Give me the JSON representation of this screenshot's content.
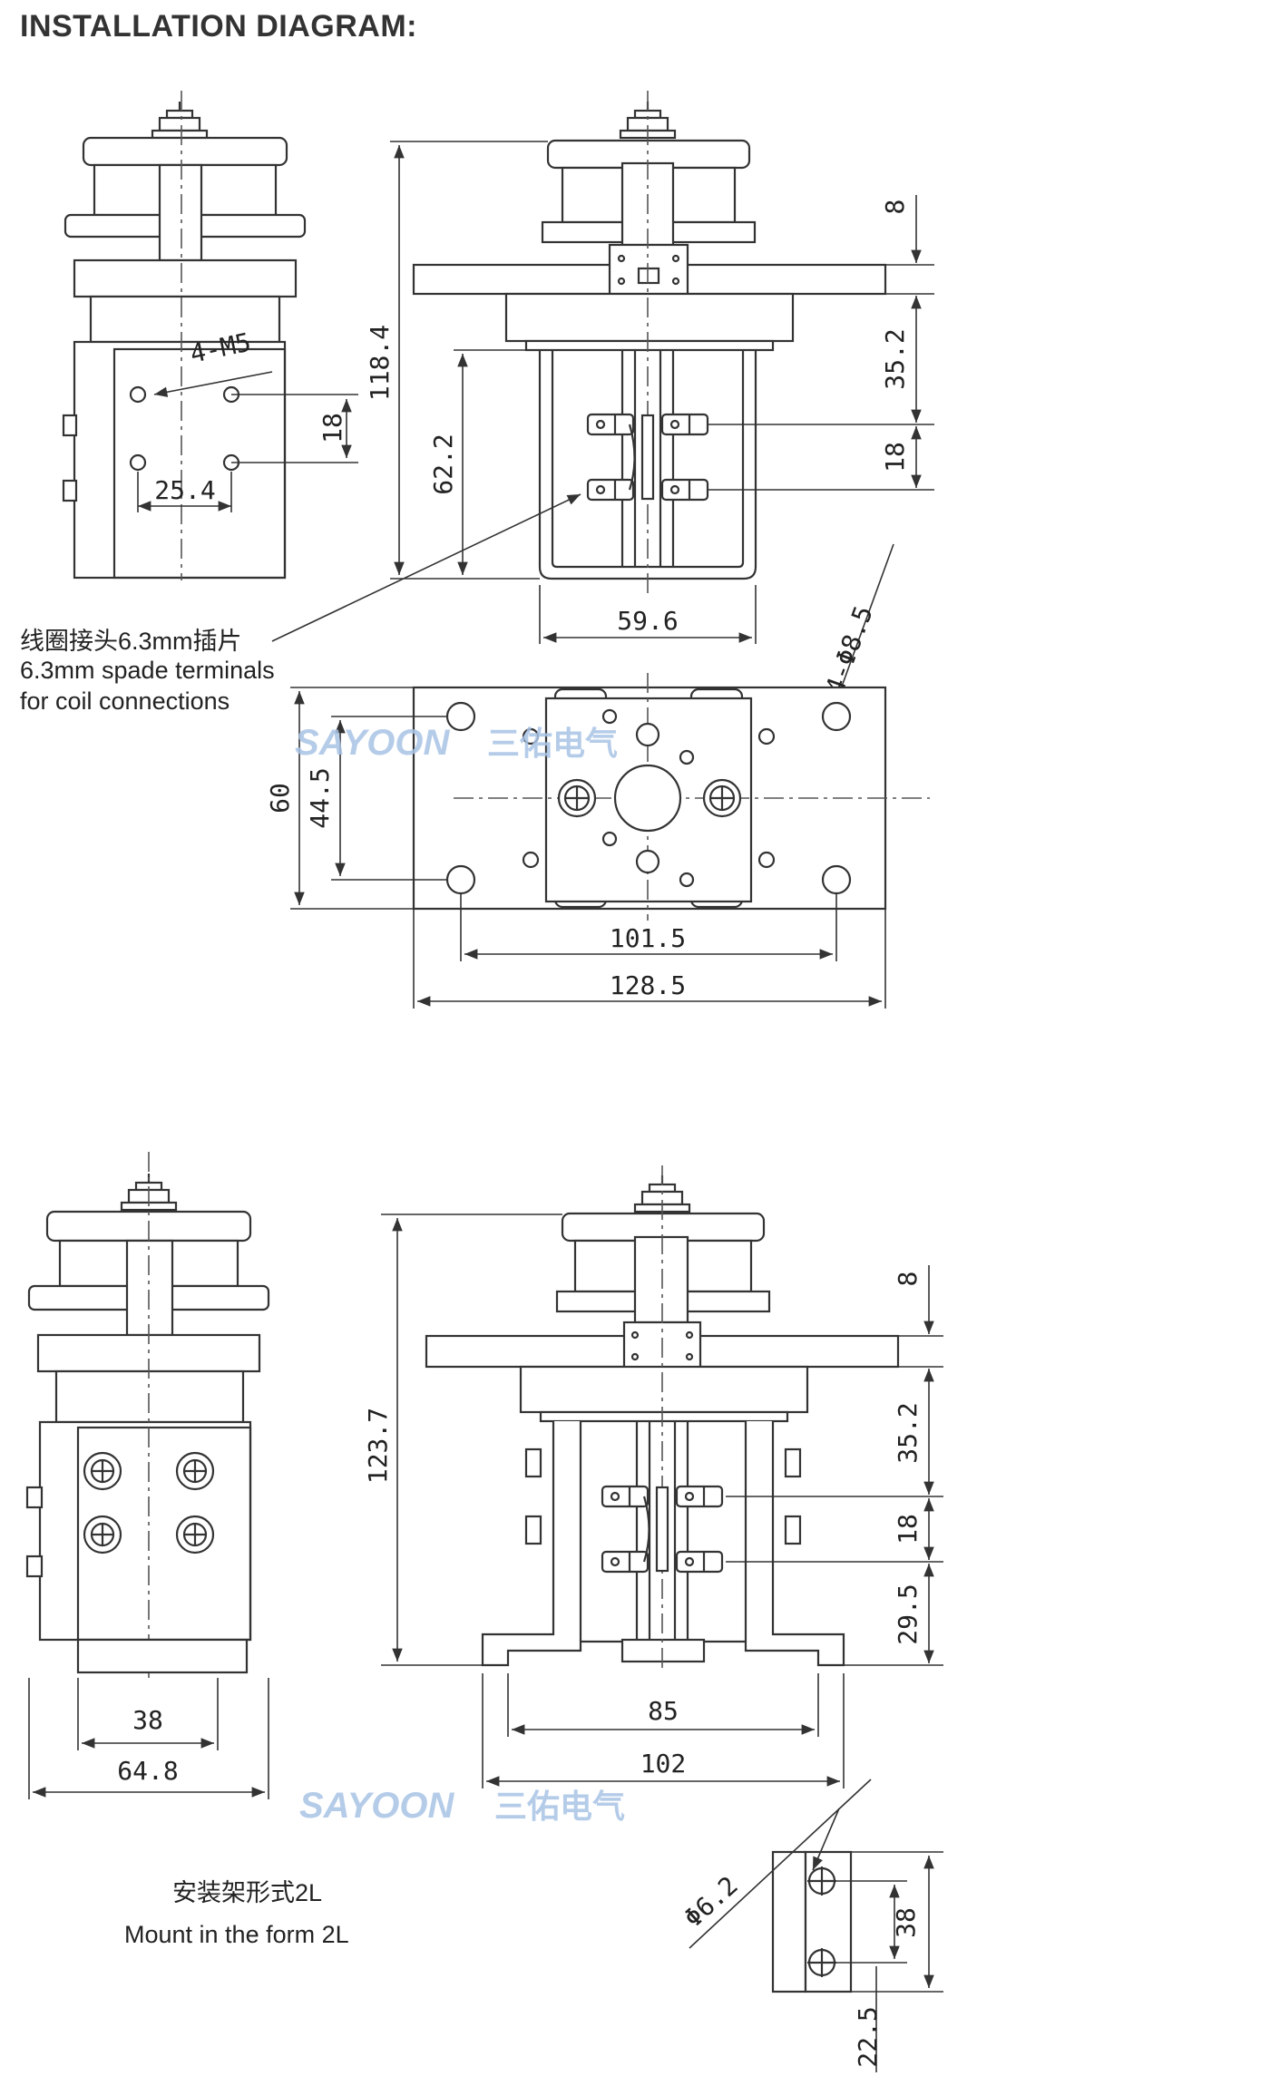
{
  "page": {
    "title": "INSTALLATION DIAGRAM:"
  },
  "watermark": {
    "latin": "SAYOON",
    "chinese": "三佑电气",
    "color": "#a9c4e6"
  },
  "figure1": {
    "labels": {
      "holes_m5": "4-M5",
      "dim_118_4": "118.4",
      "dim_62_2": "62.2",
      "dim_18_left": "18",
      "dim_25_4": "25.4",
      "dim_59_6": "59.6",
      "dim_8": "8",
      "dim_35_2": "35.2",
      "dim_18_right": "18",
      "holes_phi": "4-Φ8.5",
      "dim_60": "60",
      "dim_44_5": "44.5",
      "dim_101_5": "101.5",
      "dim_128_5": "128.5"
    },
    "note": {
      "chinese": "线圈接头6.3mm插片",
      "english_line1": "6.3mm spade terminals",
      "english_line2": "for coil connections"
    }
  },
  "figure2": {
    "labels": {
      "dim_123_7": "123.7",
      "dim_38_bottom": "38",
      "dim_64_8": "64.8",
      "dim_8": "8",
      "dim_35_2": "35.2",
      "dim_18": "18",
      "dim_29_5": "29.5",
      "dim_85": "85",
      "dim_102": "102",
      "dim_phi_6_2": "Φ6.2",
      "dim_38_bracket": "38",
      "dim_22_5": "22.5"
    },
    "caption": {
      "chinese": "安装架形式2L",
      "english": "Mount in the form 2L"
    }
  }
}
